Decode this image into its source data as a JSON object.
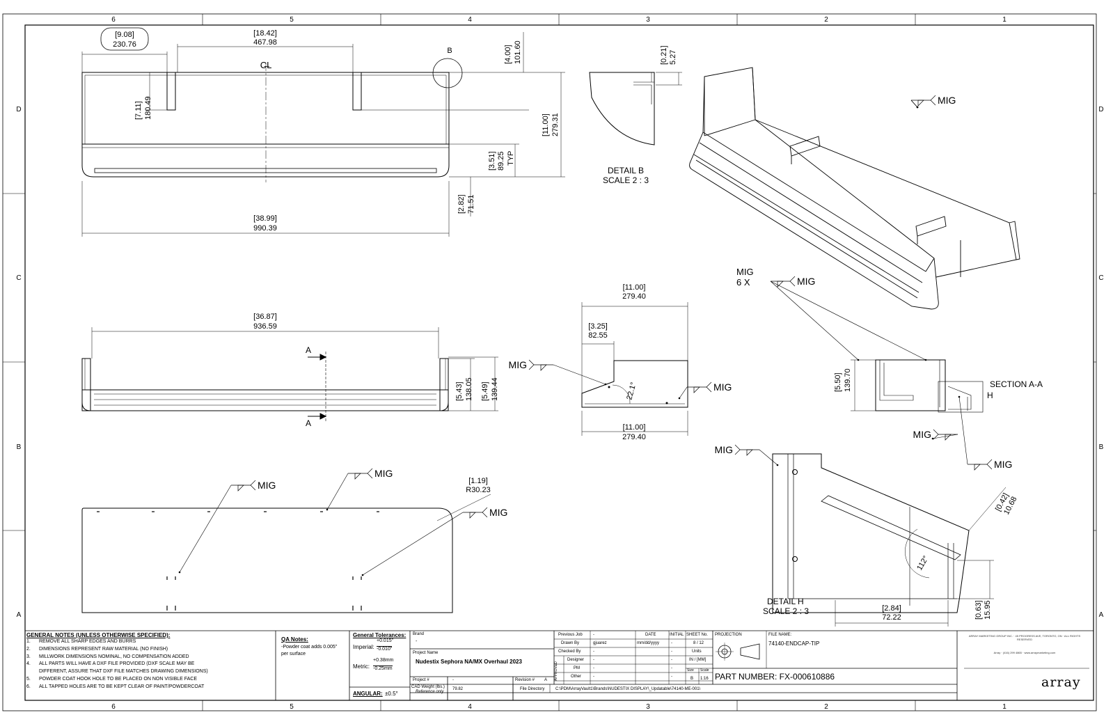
{
  "zones": {
    "columns": [
      "6",
      "5",
      "4",
      "3",
      "2",
      "1"
    ],
    "rows": [
      "D",
      "C",
      "B",
      "A"
    ]
  },
  "dims": {
    "d1": [
      "[9.08]",
      "230.76"
    ],
    "d2": [
      "[18.42]",
      "467.98"
    ],
    "d3": [
      "[4.00]",
      "101.60"
    ],
    "d4": [
      "[7.11]",
      "180.49"
    ],
    "d5": [
      "[11.00]",
      "279.31"
    ],
    "d6": [
      "[3.51]",
      "89.25",
      "TYP"
    ],
    "d7": [
      "[2.82]",
      "71.51"
    ],
    "d8": [
      "[38.99]",
      "990.39"
    ],
    "d9": [
      "[0.21]",
      "5.27"
    ],
    "d10": [
      "[36.87]",
      "936.59"
    ],
    "d11": [
      "[5.43]",
      "138.05"
    ],
    "d12": [
      "[5.49]",
      "139.44"
    ],
    "d13": [
      "[11.00]",
      "279.40"
    ],
    "d14": [
      "[3.25]",
      "82.55"
    ],
    "d15": [
      "[11.00]",
      "279.40"
    ],
    "d16": [
      "[5.50]",
      "139.70"
    ],
    "d17": [
      "[1.19]",
      "R30.23"
    ],
    "d18": [
      "[0.42]",
      "10.68"
    ],
    "d19": [
      "[2.84]",
      "72.22"
    ],
    "d20": [
      "[0.63]",
      "15.95"
    ]
  },
  "labels": {
    "centerline": "C̶L",
    "detail_b_marker": "B",
    "detail_b": "DETAIL B",
    "detail_b_scale": "SCALE 2 : 3",
    "detail_h": "DETAIL H",
    "detail_h_scale": "SCALE 2 : 3",
    "section_aa": "SECTION A-A",
    "h_marker": "H",
    "section_a": "A",
    "mig": "MIG",
    "mig_count": "MIG\n6 X",
    "angle1": "22.1°",
    "angle2": "112°"
  },
  "title_block": {
    "notes_title": "GENERAL NOTES (UNLESS OTHERWISE SPECIFIED):",
    "notes": [
      [
        "1.",
        "REMOVE ALL SHARP EDGES AND BURRS"
      ],
      [
        "2.",
        "DIMENSIONS REPRESENT RAW MATERIAL (NO FINISH)"
      ],
      [
        "3.",
        "MILLWORK DIMENSIONS NOMINAL, NO COMPENSATION ADDED"
      ],
      [
        "4.",
        "ALL PARTS WILL HAVE A DXF FILE PROVIDED (DXF SCALE MAY BE"
      ],
      [
        "",
        "DIFFERENT, ASSURE THAT DXF FILE MATCHES DRAWING DIMENSIONS)"
      ],
      [
        "5.",
        "POWDER COAT HOOK HOLE TO BE PLACED ON NON VISIBLE FACE"
      ],
      [
        "6.",
        "ALL TAPPED HOLES ARE TO BE KEPT CLEAR OF PAINT/POWDERCOAT"
      ]
    ],
    "qa_title": "QA Notes:",
    "qa_text": [
      "-Powder coat adds 0.005\"",
      "per surface"
    ],
    "tol_title": "General Tolerances:",
    "tol_imperial": "Imperial:",
    "tol_imperial_plus": "+0.015\"",
    "tol_imperial_minus": "-0.010\"",
    "tol_metric": "Metric:",
    "tol_metric_plus": "+0.38mm",
    "tol_metric_minus": "-0.25mm",
    "angular_label": "ANGULAR:",
    "angular_value": "±0.5°",
    "brand_label": "Brand",
    "brand_value": "-",
    "project_name_label": "Project Name",
    "project_name": "Nudestix Sephora NA/MX Overhaul 2023",
    "project_no_label": "Project #",
    "project_no": "-",
    "revision_label": "Revision #",
    "revision": "A",
    "cad_weight_label": "CAD Weight (lbs.)",
    "cad_weight_note": "Reference only",
    "cad_weight": "79.82",
    "file_dir_label": "File Directory",
    "file_dir": "C:\\PDM\\ArrayVault1\\Brands\\NUDESTIX DISPLAY\\_Updatable\\74140-ME-001\\",
    "previous_job_label": "Previous Job",
    "previous_job": "-",
    "date_label": "DATE",
    "initial_label": "INITIAL",
    "drawn_by_label": "Drawn By",
    "drawn_by": "gjuarez",
    "drawn_date": "mm/dd/yyyy",
    "drawn_init": "-",
    "checked_by_label": "Checked By",
    "checked_by": "-",
    "approved_label": "APPROVED",
    "designer_label": "Designer",
    "designer": "-",
    "pm_label": "PM",
    "pm": "-",
    "other_label": "Other",
    "other": "-",
    "sheet_label": "SHEET No.",
    "sheet_value": "8 / 12",
    "units_label": "Units",
    "units_value": "IN / [MM]",
    "size_label": "Size",
    "size_value": "B",
    "scale_label": "Scale",
    "scale_value": "1:16",
    "projection_label": "PROJECTION",
    "file_name_label": "FILE NAME:",
    "file_name": "74140-ENDCAP-TIP",
    "part_number": "PART NUMBER: FX-000610886",
    "company": "array",
    "company_small": "ARRAY MARKETING GROUP INC. · 45 PROGRESS AVE, TORONTO, ON · ALL RIGHTS RESERVED",
    "company_phone": "Array · (416) 299 4865 · www.arraymarketing.com"
  },
  "colors": {
    "line": "#000000",
    "paper": "#ffffff"
  }
}
